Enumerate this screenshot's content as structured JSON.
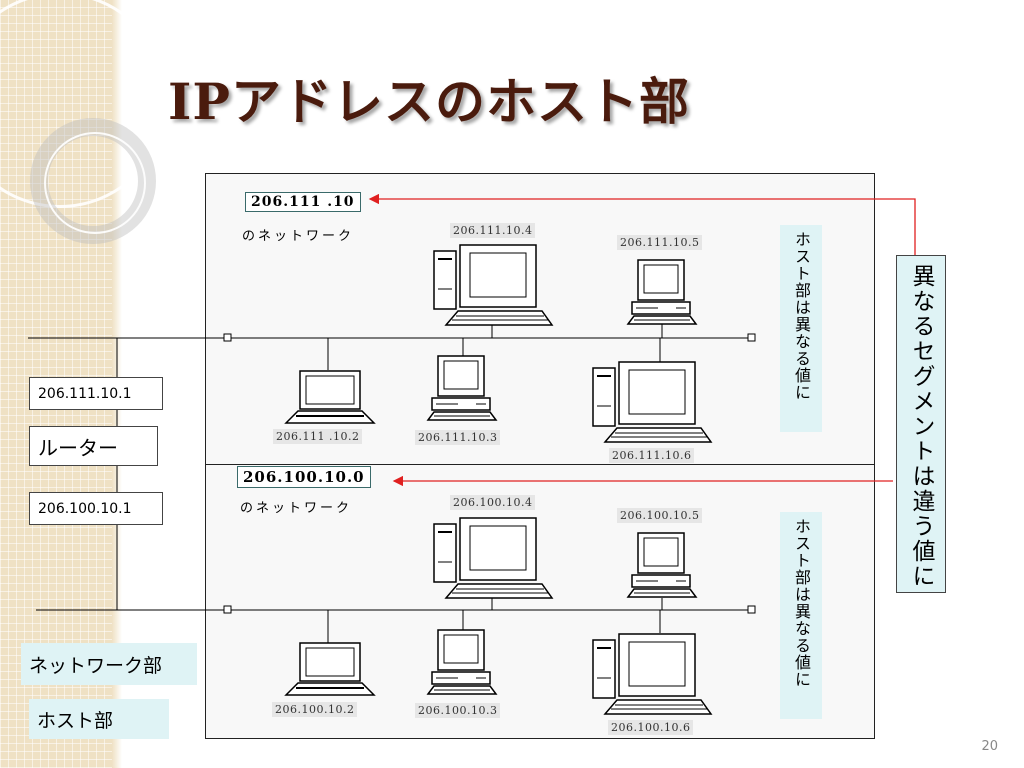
{
  "slide": {
    "title": "IPアドレスのホスト部",
    "page_number": "20"
  },
  "segments": [
    {
      "network_address": "206.111 .10",
      "network_caption": "のネットワーク",
      "hosts": [
        "206.111.10.4",
        "206.111.10.5",
        "206.111 .10.2",
        "206.111.10.3",
        "206.111.10.6"
      ],
      "host_note": "ホスト部は異なる値に"
    },
    {
      "network_address": "206.100.10.0",
      "network_caption": "のネットワーク",
      "hosts": [
        "206.100.10.4",
        "206.100.10.5",
        "206.100.10.2",
        "206.100.10.3",
        "206.100.10.6"
      ],
      "host_note": "ホスト部は異なる値に"
    }
  ],
  "router": {
    "ip_top": "206.111.10.1",
    "label": "ルーター",
    "ip_bottom": "206.100.10.1"
  },
  "segment_note": "異なるセグメントは違う値に",
  "legend": {
    "network_part": "ネットワーク部",
    "host_part": "ホスト部"
  },
  "colors": {
    "title": "#4a1b0d",
    "label_bg": "#dff3f5",
    "arrow": "#e02020",
    "sidebar": "#efe1c4"
  }
}
